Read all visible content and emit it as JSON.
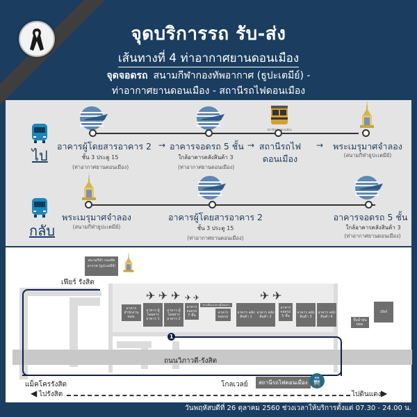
{
  "header": {
    "title": "จุดบริการรถ รับ-ส่ง",
    "subtitle": "เส้นทางที่ 4 ท่าอากาศยานดอนเมือง",
    "stops_label": "จุดจอดรถ",
    "stops_line1": "สนามกีฬากองทัพอากาศ (ธูปะเตมีย์) -",
    "stops_line2": "ท่าอากาศยานดอนเมือง - สถานีรถไฟดอนเมือง"
  },
  "icons": {
    "mourning": "black-ribbon-icon",
    "bus": "bus-icon",
    "airport": "airports-of-thailand-logo-icon",
    "train": "train-icon",
    "crematorium": "royal-crematorium-icon"
  },
  "colors": {
    "background": "#1a3d60",
    "panel": "#e4e4e4",
    "accent_text": "#1f3a5a",
    "bus": "#1d86b8",
    "route_line": "#111e4a",
    "building": "#6e6e6e"
  },
  "outbound": {
    "label": "ไป",
    "stops": [
      {
        "name": "อาคารผู้โดยสารอาคาร 2",
        "detail": "ชั้น 3 ประตู 15",
        "note": "(ท่าอากาศยานดอนเมือง)"
      },
      {
        "name": "อาคารจอดรถ 5 ชั้น",
        "detail": "ใกล้อาคารคลังสินค้า 3",
        "note": "(ท่าอากาศยานดอนเมือง)"
      },
      {
        "name": "สถานีรถไฟ",
        "name2": "ดอนเมือง",
        "icon_caption": "สถานีรถไฟดอนเมือง"
      },
      {
        "name": "พระเมรุมาศจำลอง",
        "note": "(สนามกีฬาธูปะเตมีย์)"
      }
    ],
    "arrows": [
      "→",
      "→",
      "→"
    ]
  },
  "inbound": {
    "label": "กลับ",
    "stops": [
      {
        "name": "พระเมรุมาศจำลอง",
        "note": "(สนามกีฬาธูปะเตมีย์)"
      },
      {
        "name": "อาคารผู้โดยสารอาคาร 2",
        "detail": "ชั้น 3 ประตู 15",
        "note": "(ท่าอากาศยานดอนเมือง)"
      },
      {
        "name": "อาคารจอดรถ 5 ชั้น",
        "detail": "ใกล้อาคารคลังสินค้า 3",
        "note": "(ท่าอากาศยานดอนเมือง)"
      }
    ]
  },
  "map": {
    "stadium_box": "สนามกีฬา กองทัพอากาศ (ธูปะเตมีย์)",
    "future_rangsit": "เฟียร์ รังสิต",
    "road_name": "ถนนวิภาวดี-รังสิต",
    "makro": "แม็คโครรังสิต",
    "to_rangsit": "ไปรังสิต",
    "to_dindaeng": "ไปดินแดง",
    "global_house": "โกลเวลย์",
    "train_station": "สถานีรถไฟดอนเมือง",
    "stop_number": "1",
    "buildings": [
      "อาคาร สำนักงาน ทอท.",
      "อาคาร ผู้โดยสาร อาคาร 1",
      "อาคาร ผู้โดยสาร อาคาร 2",
      "อาคาร จอดรถ 7 ชั้น",
      "อาคาร จอดรถ",
      "อาคาร คลังสินค้า 1",
      "อาคาร คลังสินค้า 2",
      "อาคาร จอดรถ 5 ชั้น",
      "อาคาร คลังสินค้า 3",
      "อาคาร คลังสินค้า 4"
    ],
    "walkway": "ทางเชื่อมอาคารผู้โดยสาร",
    "gas_station": "ปั๊มน้ำมัน ปตท.",
    "bank": "เบียร์"
  },
  "footer": {
    "text": "วันพฤหัสบดีที่ 26 ตุลาคม 2560  ช่วงเวลาให้บริการตั้งแต่ 07.30 - 24.00 น."
  }
}
